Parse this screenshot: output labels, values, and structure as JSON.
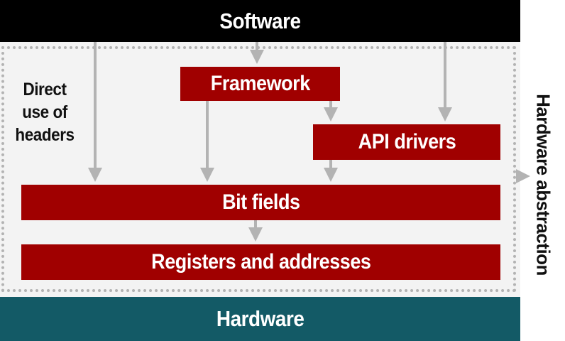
{
  "layers": {
    "software": "Software",
    "hardware": "Hardware"
  },
  "boxes": {
    "framework": "Framework",
    "api_drivers": "API drivers",
    "bit_fields": "Bit fields",
    "registers": "Registers and addresses"
  },
  "side_note": {
    "lines": [
      "Direct",
      "use of",
      "headers"
    ]
  },
  "vertical_label": "Hardware abstraction",
  "colors": {
    "software_bar": "#000000",
    "hardware_bar": "#135a66",
    "box_fill": "#a00000",
    "arrow": "#b3b3b3",
    "background_zone": "#f3f3f3"
  }
}
